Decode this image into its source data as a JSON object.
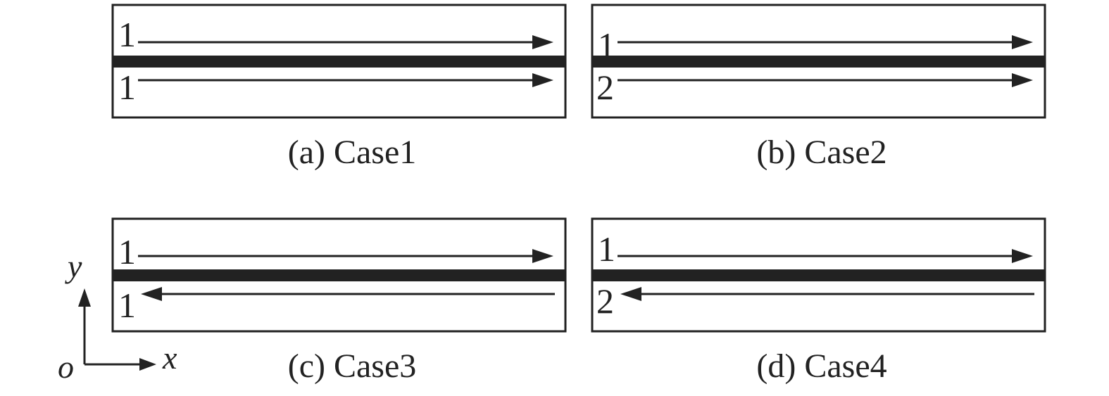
{
  "colors": {
    "ink": "#222222",
    "background": "#ffffff"
  },
  "panels": [
    {
      "caption": "(a) Case1",
      "top_stream": {
        "label": "1",
        "direction": "right"
      },
      "bottom_stream": {
        "label": "1",
        "direction": "right"
      }
    },
    {
      "caption": "(b) Case2",
      "top_stream": {
        "label": "1",
        "direction": "right"
      },
      "bottom_stream": {
        "label": "2",
        "direction": "right"
      }
    },
    {
      "caption": "(c) Case3",
      "top_stream": {
        "label": "1",
        "direction": "right"
      },
      "bottom_stream": {
        "label": "1",
        "direction": "left"
      }
    },
    {
      "caption": "(d) Case4",
      "top_stream": {
        "label": "1",
        "direction": "right"
      },
      "bottom_stream": {
        "label": "2",
        "direction": "left"
      }
    }
  ],
  "axes": {
    "origin_label": "o",
    "x_label": "x",
    "y_label": "y"
  }
}
